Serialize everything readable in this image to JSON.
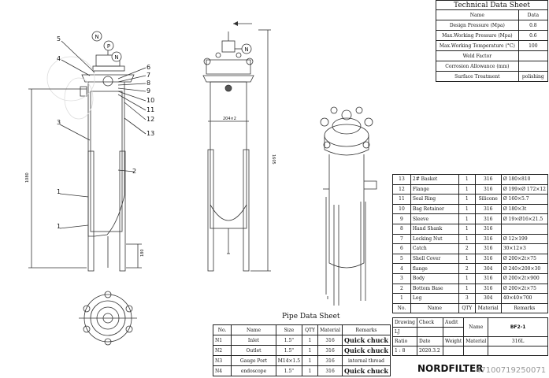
{
  "technical": {
    "title": "Technical Data Sheet",
    "head_name": "Name",
    "head_data": "Data",
    "rows": [
      {
        "name": "Design Pressure (Mpa)",
        "data": "0.8"
      },
      {
        "name": "Max.Working Pressure (Mpa)",
        "data": "0.6"
      },
      {
        "name": "Max.Working Temperature (°C)",
        "data": "100"
      },
      {
        "name": "Weld Factor",
        "data": ""
      },
      {
        "name": "Corrosion Allowance (mm)",
        "data": ""
      },
      {
        "name": "Surface Treatment",
        "data": "polishing"
      }
    ]
  },
  "bom": {
    "rows": [
      {
        "no": "13",
        "name": "2# Basket",
        "qty": "1",
        "material": "316",
        "remarks": "Ø 180×810"
      },
      {
        "no": "12",
        "name": "Flange",
        "qty": "1",
        "material": "316",
        "remarks": "Ø 199×Ø 172×12"
      },
      {
        "no": "11",
        "name": "Seal Ring",
        "qty": "1",
        "material": "Silicone",
        "remarks": "Ø 160×5.7"
      },
      {
        "no": "10",
        "name": "Bag Retainer",
        "qty": "1",
        "material": "316",
        "remarks": "Ø 180×3t"
      },
      {
        "no": "9",
        "name": "Sleeve",
        "qty": "1",
        "material": "316",
        "remarks": "Ø 19×Ø16×21.5"
      },
      {
        "no": "8",
        "name": "Hand Shank",
        "qty": "1",
        "material": "316",
        "remarks": ""
      },
      {
        "no": "7",
        "name": "Locking Nut",
        "qty": "1",
        "material": "316",
        "remarks": "Ø 12×199"
      },
      {
        "no": "6",
        "name": "Catch",
        "qty": "2",
        "material": "316",
        "remarks": "30×12×3"
      },
      {
        "no": "5",
        "name": "Shell Cover",
        "qty": "1",
        "material": "316",
        "remarks": "Ø 200×2t×75"
      },
      {
        "no": "4",
        "name": "flange",
        "qty": "2",
        "material": "304",
        "remarks": "Ø 240×200×30"
      },
      {
        "no": "3",
        "name": "Body",
        "qty": "1",
        "material": "316",
        "remarks": "Ø 200×2t×900"
      },
      {
        "no": "2",
        "name": "Bottom Base",
        "qty": "1",
        "material": "316",
        "remarks": "Ø 200×2t×75"
      },
      {
        "no": "1",
        "name": "Leg",
        "qty": "3",
        "material": "304",
        "remarks": "40×40×700"
      }
    ],
    "head": {
      "no": "No.",
      "name": "Name",
      "qty": "QTY",
      "material": "Material",
      "remarks": "Remarks"
    }
  },
  "title_block": {
    "drawing": "Drawing",
    "check": "Check",
    "audit": "Audit",
    "name_label": "Name",
    "name_value": "BF2-1",
    "lj": "LJ",
    "ratio": "Ratio",
    "date": "Date",
    "weight": "Weight",
    "material_label": "Material",
    "material_value": "316L",
    "ratio_value": "1 : 8",
    "date_value": "2020.3.2",
    "brand": "NORDFILTER",
    "watermark": "47100719250071"
  },
  "pipe": {
    "title": "Pipe Data Sheet",
    "head": {
      "no": "No.",
      "name": "Name",
      "size": "Size",
      "qty": "QTY",
      "material": "Material",
      "remarks": "Remarks"
    },
    "rows": [
      {
        "no": "N1",
        "name": "Inlet",
        "size": "1.5\"",
        "qty": "1",
        "material": "316",
        "remarks": "Quick chuck"
      },
      {
        "no": "N2",
        "name": "Outlet",
        "size": "1.5\"",
        "qty": "1",
        "material": "316",
        "remarks": "Quick chuck"
      },
      {
        "no": "N3",
        "name": "Gauge Port",
        "size": "M14×1.5",
        "qty": "1",
        "material": "316",
        "remarks": "internal thread"
      },
      {
        "no": "N4",
        "name": "endoscope",
        "size": "1.5\"",
        "qty": "1",
        "material": "316",
        "remarks": "Quick chuck"
      }
    ]
  },
  "drawing": {
    "callouts": [
      "5",
      "4",
      "3",
      "1",
      "1",
      "6",
      "7",
      "8",
      "9",
      "10",
      "11",
      "12",
      "13",
      "2"
    ],
    "nozzles": [
      "N",
      "P",
      "N",
      "N"
    ],
    "dimensions": [
      "1080",
      "1605",
      "204×2",
      "180"
    ]
  }
}
